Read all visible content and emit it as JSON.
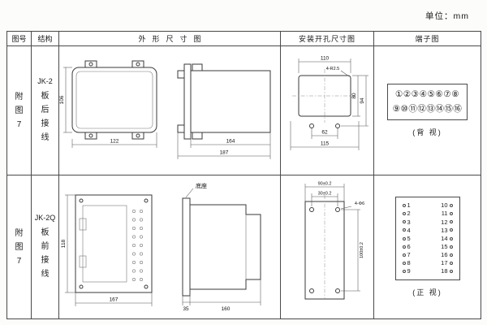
{
  "page": {
    "unit_label": "单位：mm"
  },
  "table": {
    "headers": {
      "fig_no": "图号",
      "structure": "结构",
      "outline": "外形尺寸图",
      "mounting": "安装开孔尺寸图",
      "terminal": "端子图"
    }
  },
  "row1": {
    "fig_no": "附图7",
    "model": "JK-2",
    "wiring": "板后接线",
    "outline": {
      "d_height": "106",
      "d_width": "122",
      "d_depth": "164",
      "d_total": "187"
    },
    "mounting": {
      "d_top": "110",
      "note": "4-R2.5",
      "d_inner_h": "80",
      "d_outer_h": "94",
      "d_inner_w": "62",
      "d_outer_w": "115"
    },
    "terminal": {
      "line1": "①②③④⑤⑥⑦⑧",
      "line2": "⑨⑩⑪⑫⑬⑭⑮⑯",
      "caption": "(背 视)"
    }
  },
  "row2": {
    "fig_no": "附图7",
    "model": "JK-2Q",
    "wiring": "板前接线",
    "outline": {
      "d_height": "118",
      "d_width": "167",
      "d_base": "35",
      "d_depth": "160",
      "base_label": "底座"
    },
    "mounting": {
      "d_top": "90±0.2",
      "d_inner": "30±0.2",
      "note": "4-Φ6",
      "d_side": "100±0.2"
    },
    "terminal": {
      "caption": "(正 视)",
      "pairs": [
        {
          "l": "1",
          "r": "10"
        },
        {
          "l": "2",
          "r": "11"
        },
        {
          "l": "3",
          "r": "12"
        },
        {
          "l": "4",
          "r": "13"
        },
        {
          "l": "5",
          "r": "14"
        },
        {
          "l": "6",
          "r": "15"
        },
        {
          "l": "7",
          "r": "16"
        },
        {
          "l": "8",
          "r": "17"
        },
        {
          "l": "9",
          "r": "18"
        }
      ]
    }
  }
}
